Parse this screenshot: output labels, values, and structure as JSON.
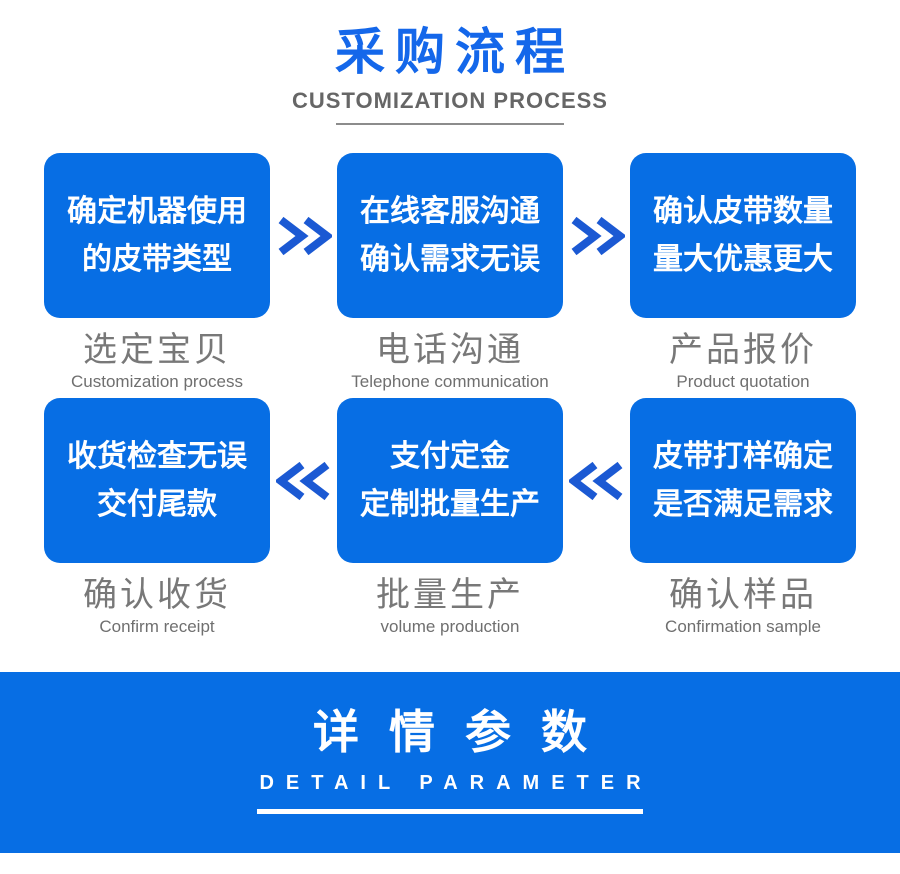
{
  "header": {
    "title": "采购流程",
    "subtitle": "CUSTOMIZATION PROCESS"
  },
  "colors": {
    "brand_blue": "#076ee4",
    "title_blue": "#1467ea",
    "arrow_blue": "#1b59d3",
    "label_gray": "#787878"
  },
  "icons": {
    "forward": "double-chevron-right",
    "backward": "double-chevron-left"
  },
  "flow": {
    "rows": [
      {
        "direction": "right",
        "steps": [
          {
            "box_line1": "确定机器使用",
            "box_line2": "的皮带类型",
            "label": "选定宝贝",
            "label_en": "Customization process"
          },
          {
            "box_line1": "在线客服沟通",
            "box_line2": "确认需求无误",
            "label": "电话沟通",
            "label_en": "Telephone communication"
          },
          {
            "box_line1": "确认皮带数量",
            "box_line2": "量大优惠更大",
            "label": "产品报价",
            "label_en": "Product quotation"
          }
        ]
      },
      {
        "direction": "left",
        "steps": [
          {
            "box_line1": "收货检查无误",
            "box_line2": "交付尾款",
            "label": "确认收货",
            "label_en": "Confirm receipt"
          },
          {
            "box_line1": "支付定金",
            "box_line2": "定制批量生产",
            "label": "批量生产",
            "label_en": "volume production"
          },
          {
            "box_line1": "皮带打样确定",
            "box_line2": "是否满足需求",
            "label": "确认样品",
            "label_en": "Confirmation sample"
          }
        ]
      }
    ]
  },
  "footer_banner": {
    "title": "详情参数",
    "subtitle": "DETAIL PARAMETER"
  }
}
